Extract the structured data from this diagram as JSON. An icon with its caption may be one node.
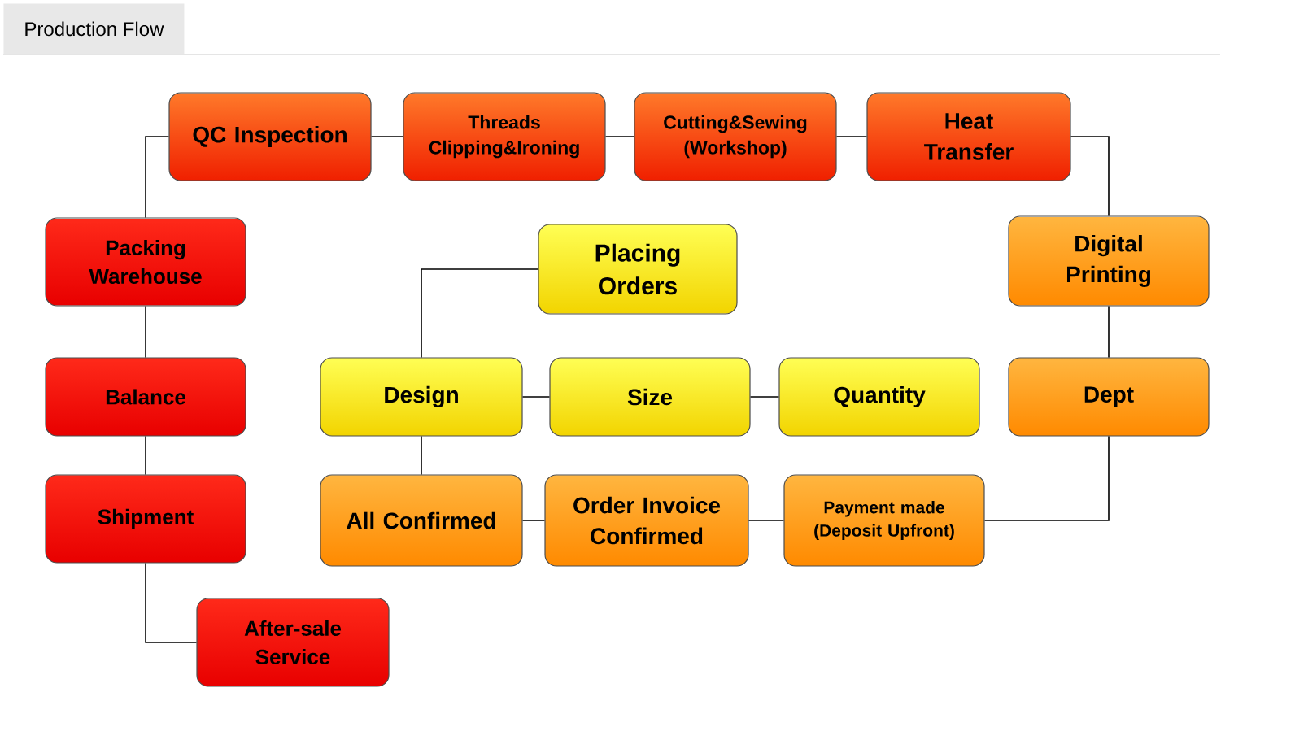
{
  "diagram": {
    "title": "Production Flow",
    "nodes": [
      {
        "text": [
          "Placing Orders"
        ]
      },
      {
        "text": [
          "Design"
        ]
      },
      {
        "text": [
          "Size"
        ]
      },
      {
        "text": [
          "Quantity"
        ]
      },
      {
        "text": [
          "All Confirmed"
        ]
      },
      {
        "text": [
          "Order Invoice Confirmed"
        ]
      },
      {
        "text": [
          "Payment made (Deposit Upfront)"
        ]
      },
      {
        "text": [
          "Dept"
        ]
      },
      {
        "text": [
          "Digital Printing"
        ]
      },
      {
        "text": [
          "Heat Transfer"
        ]
      },
      {
        "text": [
          "Cutting&Sewing (Workshop)"
        ]
      },
      {
        "text": [
          "Threads Clipping&Ironing"
        ]
      },
      {
        "text": [
          "QC Inspection"
        ]
      },
      {
        "text": [
          "Packing Warehouse"
        ]
      },
      {
        "text": [
          "Balance"
        ]
      },
      {
        "text": [
          "Shipment"
        ]
      },
      {
        "text": [
          "After-sale Service"
        ]
      }
    ],
    "edges": [
      {
        "from": 0,
        "to": 1,
        "arrow": "none"
      },
      {
        "from": 1,
        "to": 2,
        "arrow": "none"
      },
      {
        "from": 2,
        "to": 3,
        "arrow": "none"
      },
      {
        "from": 1,
        "to": 4,
        "arrow": "none"
      },
      {
        "from": 4,
        "to": 5,
        "arrow": "none"
      },
      {
        "from": 5,
        "to": 6,
        "arrow": "none"
      },
      {
        "from": 6,
        "to": 7,
        "arrow": "none"
      },
      {
        "from": 7,
        "to": 8,
        "arrow": "none"
      },
      {
        "from": 8,
        "to": 9,
        "arrow": "none"
      },
      {
        "from": 9,
        "to": 10,
        "arrow": "none"
      },
      {
        "from": 10,
        "to": 11,
        "arrow": "none"
      },
      {
        "from": 11,
        "to": 12,
        "arrow": "none"
      },
      {
        "from": 12,
        "to": 13,
        "arrow": "none"
      },
      {
        "from": 13,
        "to": 14,
        "arrow": "none"
      },
      {
        "from": 14,
        "to": 15,
        "arrow": "none"
      },
      {
        "from": 15,
        "to": 16,
        "arrow": "none"
      }
    ]
  }
}
